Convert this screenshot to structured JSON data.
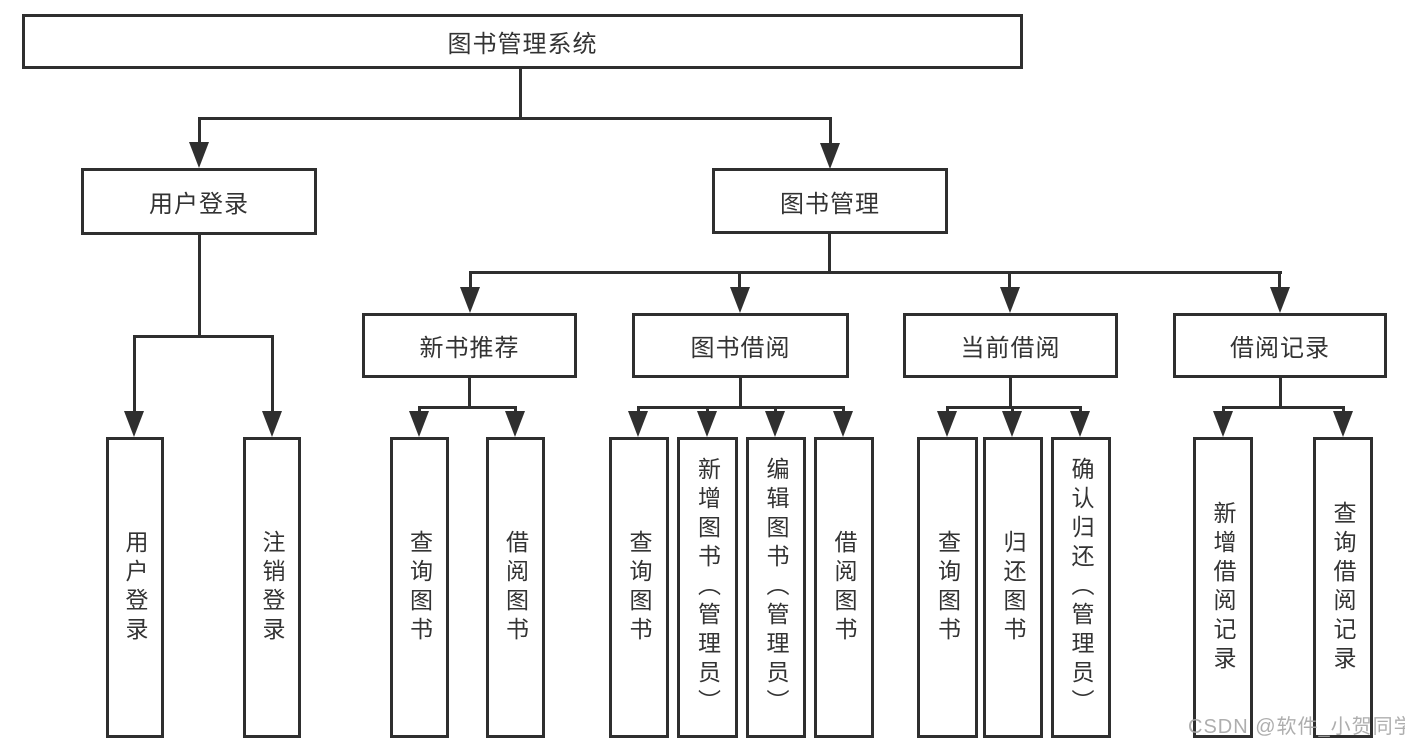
{
  "colors": {
    "line": "#2f2f2f",
    "text": "#333333",
    "watermark_color": "#a6a6a6",
    "background": "#ffffff"
  },
  "watermark": "CSDN @软件_小贺同学",
  "tree": {
    "label": "图书管理系统",
    "children": [
      {
        "label": "用户登录",
        "children": [
          {
            "label": "用户登录"
          },
          {
            "label": "注销登录"
          }
        ]
      },
      {
        "label": "图书管理",
        "children": [
          {
            "label": "新书推荐",
            "children": [
              {
                "label": "查询图书"
              },
              {
                "label": "借阅图书"
              }
            ]
          },
          {
            "label": "图书借阅",
            "children": [
              {
                "label": "查询图书"
              },
              {
                "label": "新增图书（管理员）"
              },
              {
                "label": "编辑图书（管理员）"
              },
              {
                "label": "借阅图书"
              }
            ]
          },
          {
            "label": "当前借阅",
            "children": [
              {
                "label": "查询图书"
              },
              {
                "label": "归还图书"
              },
              {
                "label": "确认归还（管理员）"
              }
            ]
          },
          {
            "label": "借阅记录",
            "children": [
              {
                "label": "新增借阅记录"
              },
              {
                "label": "查询借阅记录"
              }
            ]
          }
        ]
      }
    ]
  }
}
